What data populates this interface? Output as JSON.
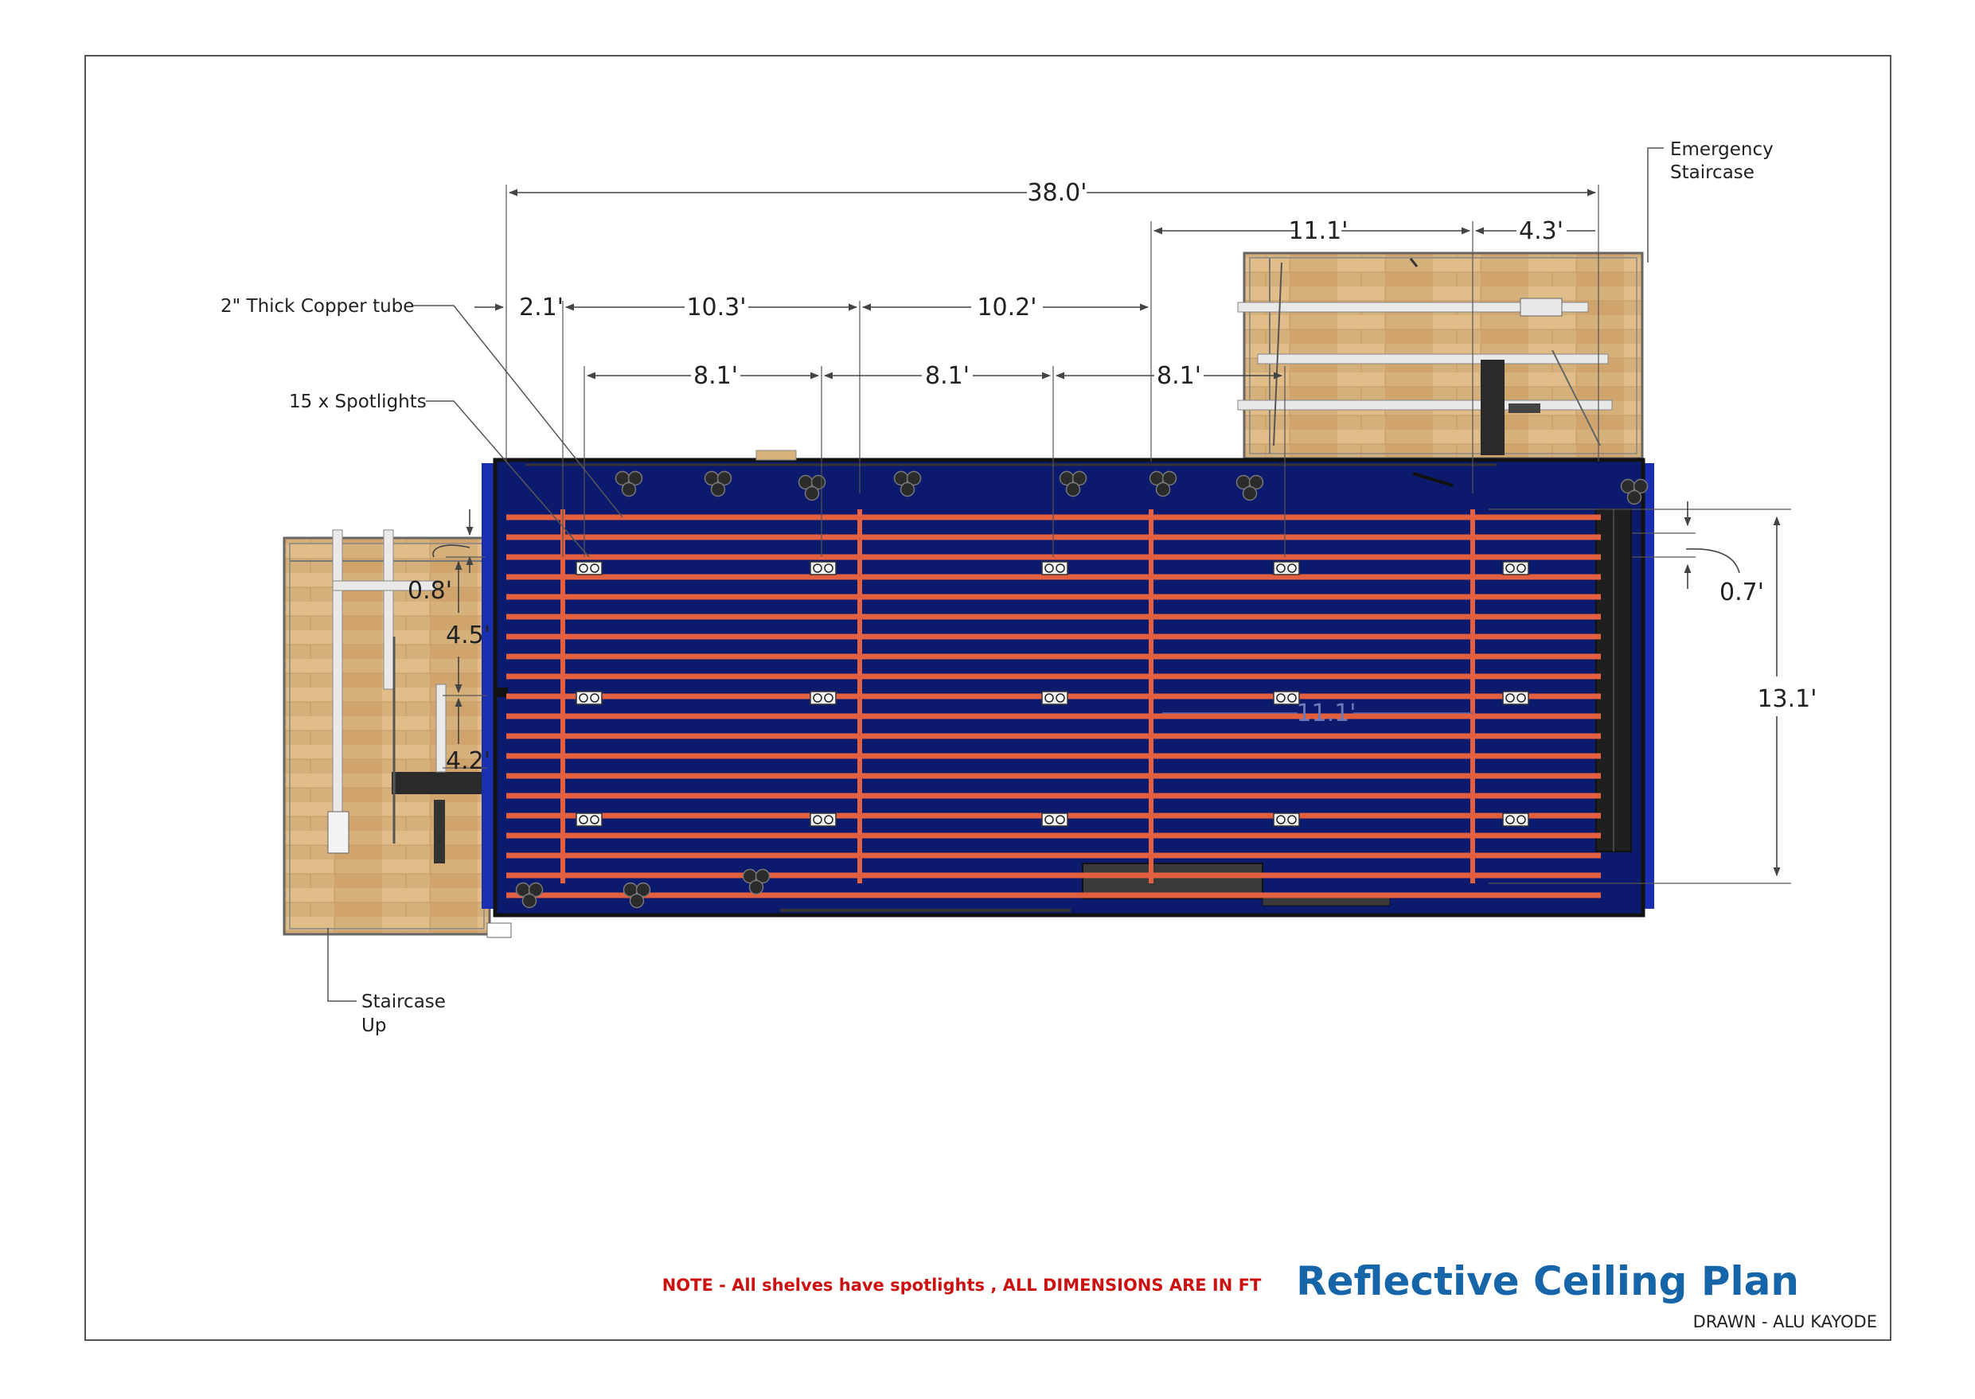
{
  "drawing": {
    "title": "Reflective Ceiling Plan",
    "drawn_by": "DRAWN - ALU KAYODE",
    "note": "NOTE - All shelves have spotlights , ALL DIMENSIONS ARE IN FT"
  },
  "labels": {
    "copper_tube": "2\" Thick Copper tube",
    "spotlights": "15 x Spotlights",
    "emergency_1": "Emergency",
    "emergency_2": "Staircase",
    "staircase_1": "Staircase",
    "staircase_2": "Up"
  },
  "dimensions": {
    "overall": "38.0'",
    "d_2_1": "2.1'",
    "d_10_3": "10.3'",
    "d_10_2": "10.2'",
    "d_11_1_top": "11.1'",
    "d_4_3": "4.3'",
    "d_8_1_a": "8.1'",
    "d_8_1_b": "8.1'",
    "d_8_1_c": "8.1'",
    "d_0_8": "0.8'",
    "d_4_5": "4.5'",
    "d_4_2": "4.2'",
    "d_0_7": "0.7'",
    "d_13_1": "13.1'",
    "d_11_1_mid": "11.1'"
  },
  "colors": {
    "room_fill": "#0c1a6e",
    "copper": "#e2603f",
    "wood": "#d8b27c",
    "title": "#1565a8",
    "note": "#cc1111",
    "frame": "#555555"
  }
}
